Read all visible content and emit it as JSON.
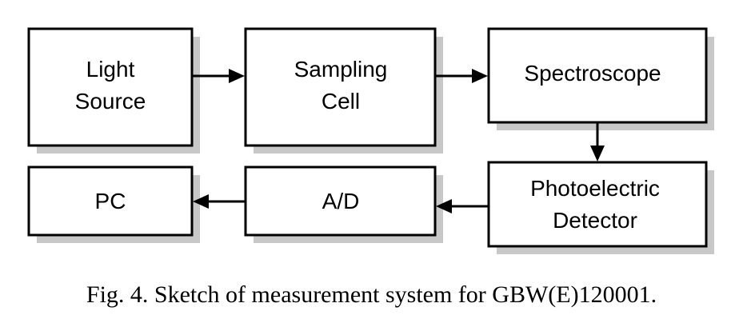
{
  "nodes": {
    "light_source": {
      "line1": "Light",
      "line2": "Source"
    },
    "sampling_cell": {
      "line1": "Sampling",
      "line2": "Cell"
    },
    "spectroscope": {
      "line1": "Spectroscope"
    },
    "photoelectric_detector": {
      "line1": "Photoelectric",
      "line2": "Detector"
    },
    "ad": {
      "line1": "A/D"
    },
    "pc": {
      "line1": "PC"
    }
  },
  "caption": "Fig. 4.  Sketch of measurement system for GBW(E)120001."
}
